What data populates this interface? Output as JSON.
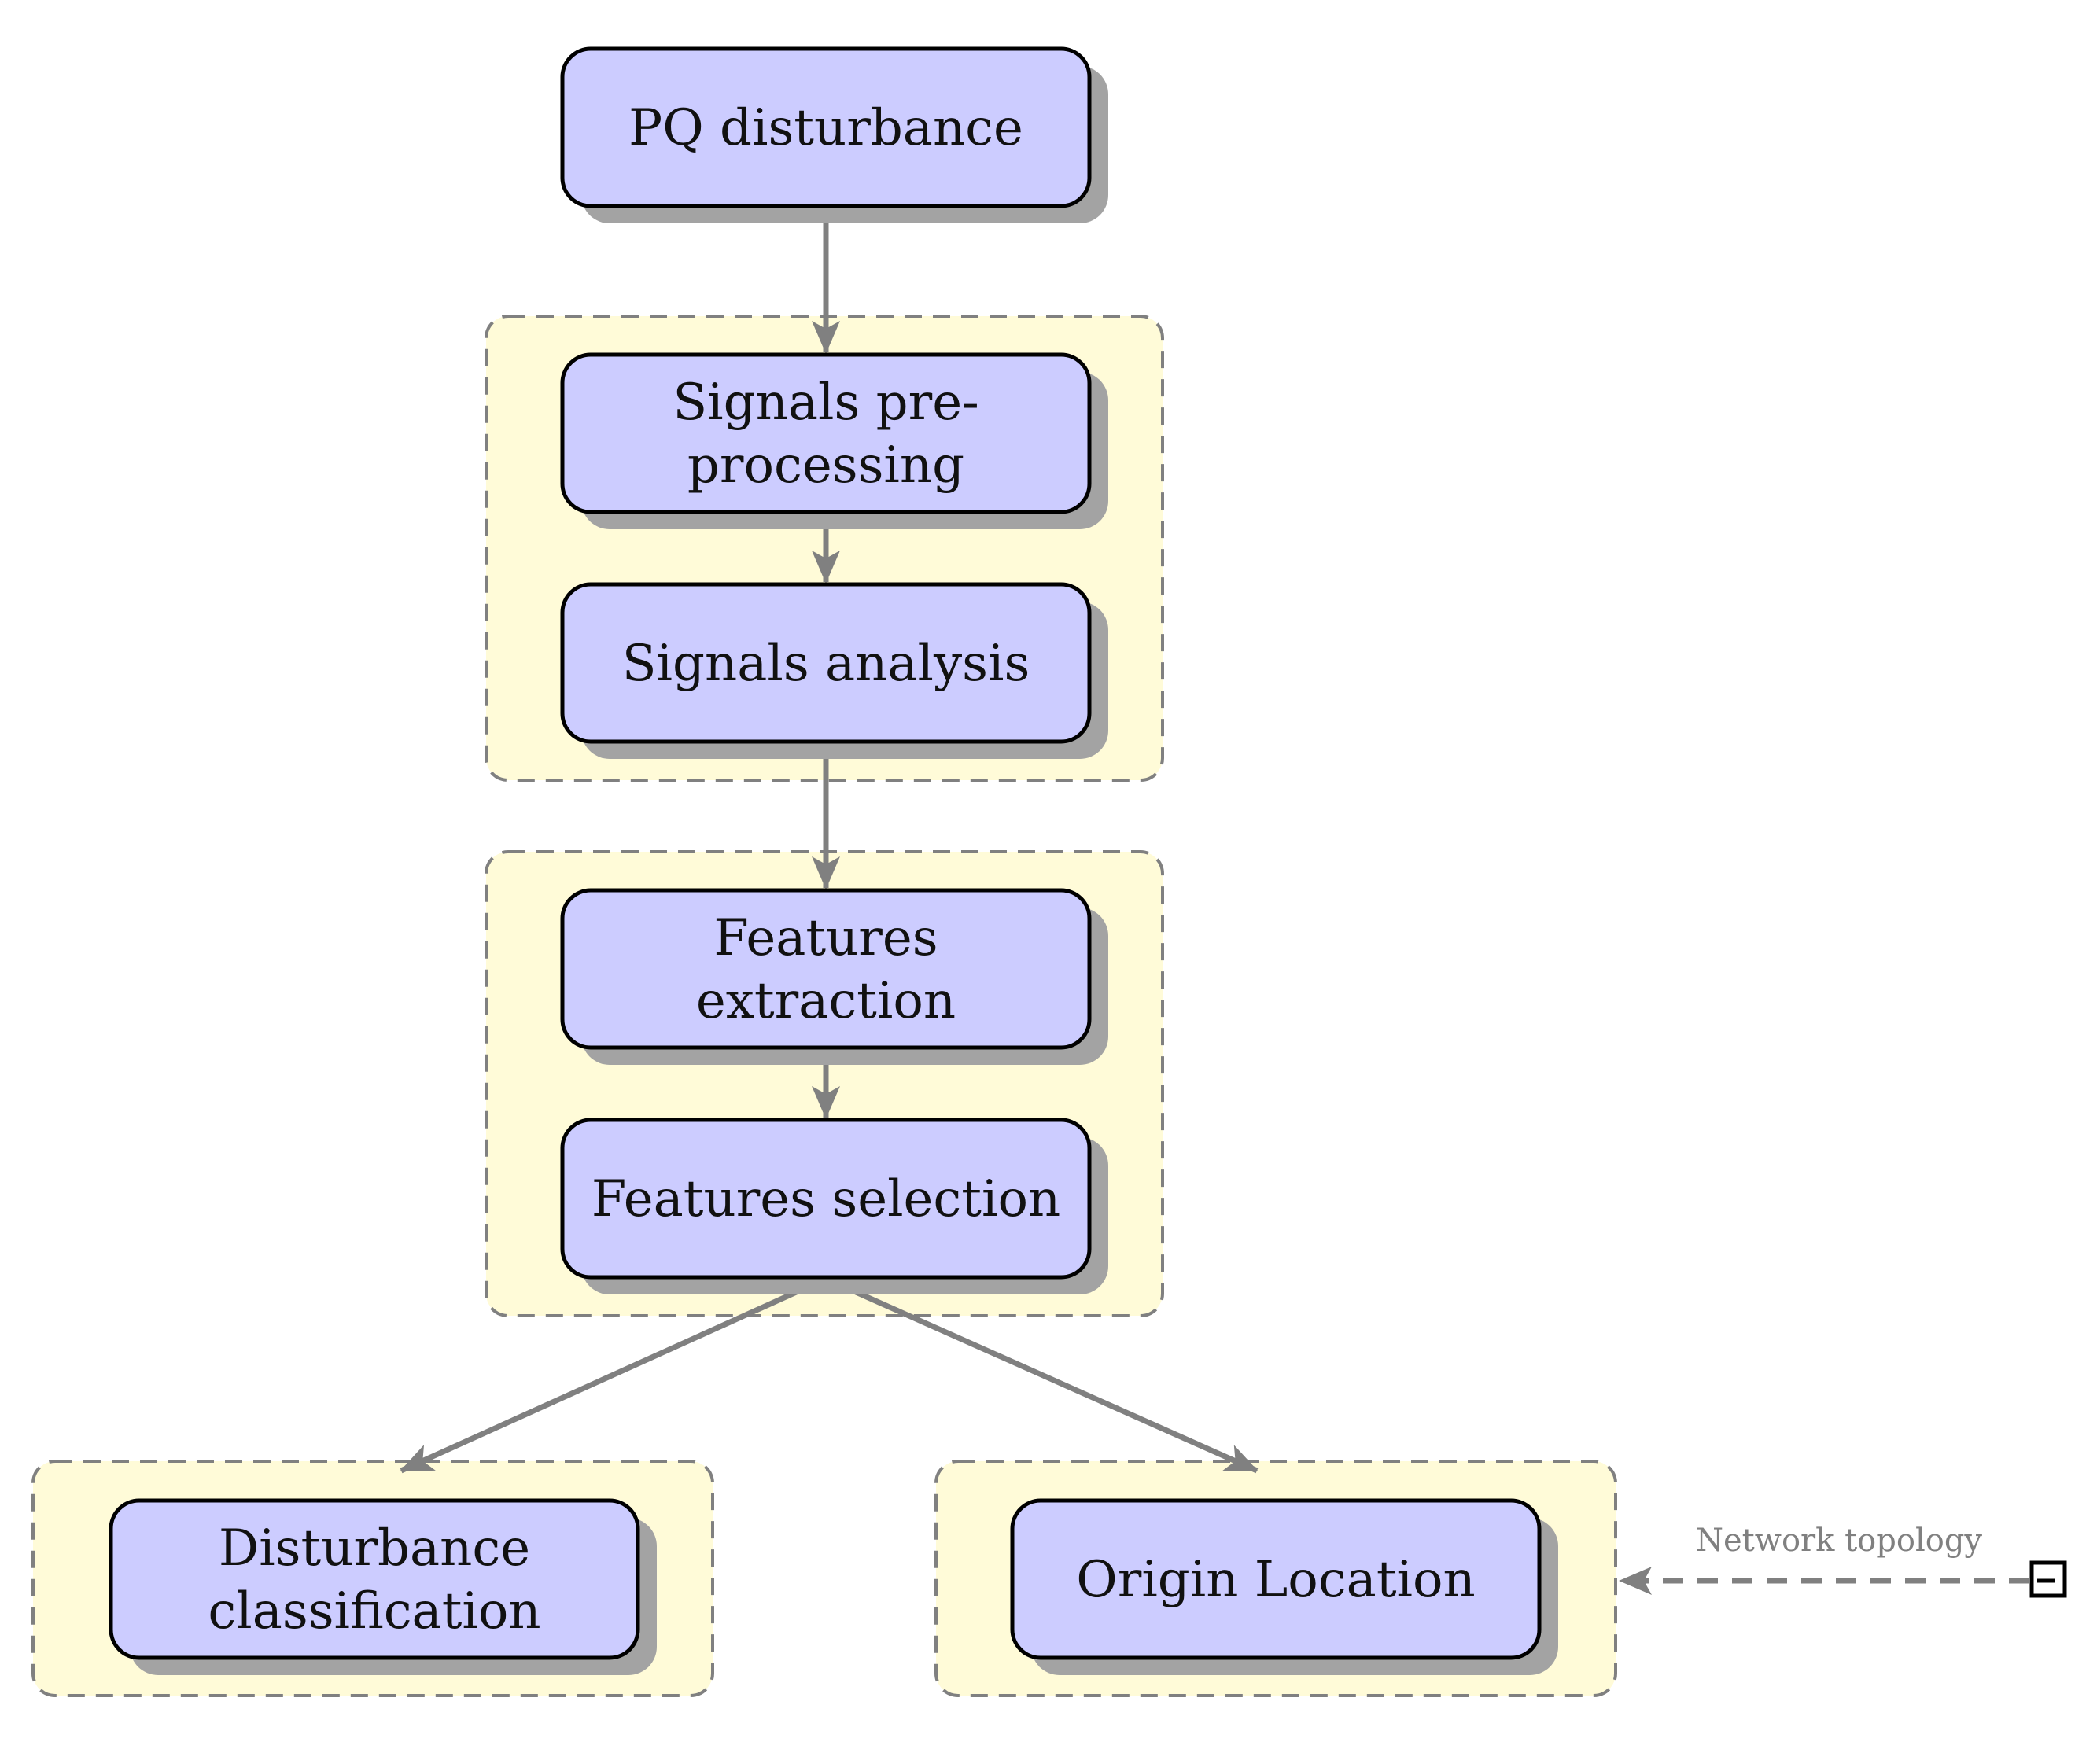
{
  "colors": {
    "node_fill": "#ccccff",
    "node_stroke": "#000000",
    "node_shadow": "#a3a3a3",
    "group_fill": "#fffbd8",
    "group_stroke": "#808080",
    "edge": "#808080",
    "label_text": "#808080"
  },
  "nodes": {
    "pq_disturbance": {
      "lines": [
        "PQ disturbance"
      ]
    },
    "signals_preprocessing": {
      "lines": [
        "Signals pre-",
        "processing"
      ]
    },
    "signals_analysis": {
      "lines": [
        "Signals analysis"
      ]
    },
    "features_extraction": {
      "lines": [
        "Features",
        "extraction"
      ]
    },
    "features_selection": {
      "lines": [
        "Features selection"
      ]
    },
    "disturbance_classification": {
      "lines": [
        "Disturbance",
        "classification"
      ]
    },
    "origin_location": {
      "lines": [
        "Origin Location"
      ]
    }
  },
  "external_input": {
    "label": "Network topology",
    "target": "origin_location"
  },
  "edges": [
    {
      "from": "pq_disturbance",
      "to": "signals_preprocessing"
    },
    {
      "from": "signals_preprocessing",
      "to": "signals_analysis"
    },
    {
      "from": "signals_analysis",
      "to": "features_extraction"
    },
    {
      "from": "features_extraction",
      "to": "features_selection"
    },
    {
      "from": "features_selection",
      "to": "disturbance_classification"
    },
    {
      "from": "features_selection",
      "to": "origin_location"
    },
    {
      "from": "network_topology_input",
      "to": "origin_location",
      "style": "dashed"
    }
  ]
}
